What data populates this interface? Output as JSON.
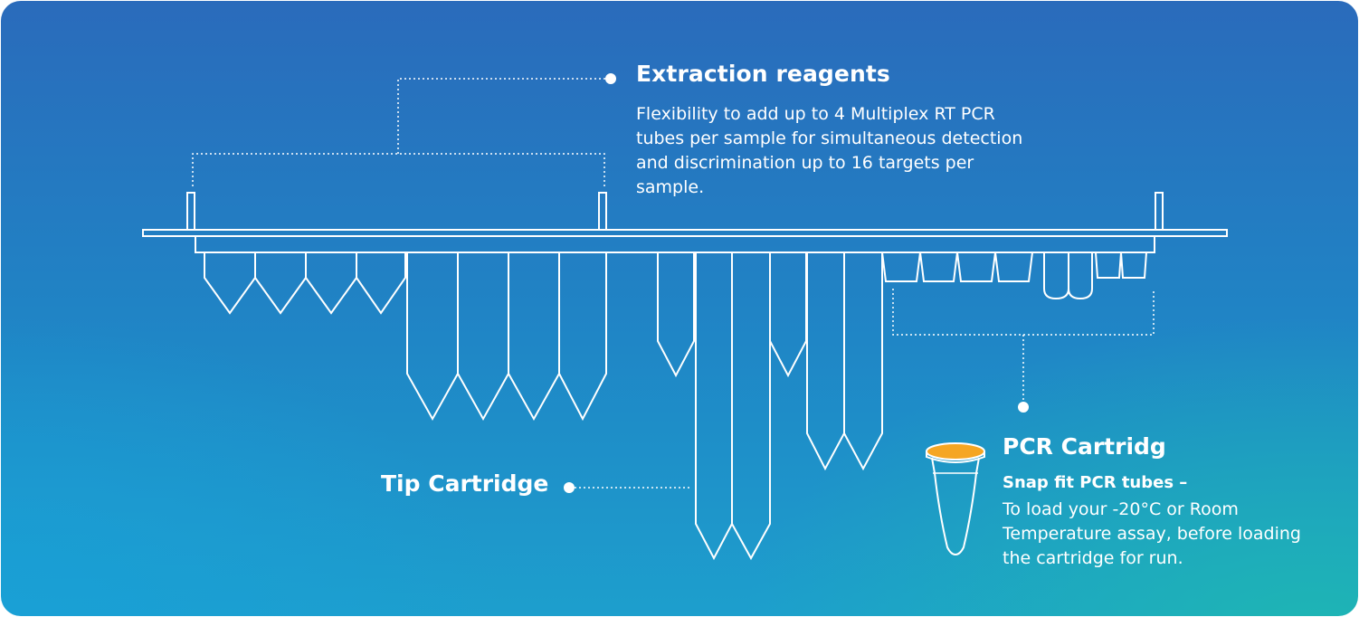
{
  "extraction": {
    "title": "Extraction reagents",
    "description": "Flexibility to add up to 4 Multiplex RT PCR tubes per sample for simultaneous detection and discrimination up to 16 targets per sample."
  },
  "tip_cartridge": {
    "title": "Tip Cartridge"
  },
  "pcr_cartridge": {
    "title": "PCR Cartridg",
    "subtitle": "Snap fit PCR tubes –",
    "description": "To load your -20°C or Room Temperature assay, before loading the cartridge for run."
  },
  "colors": {
    "gradient_top": "#2a6bbb",
    "gradient_bottom_left": "#19a0d7",
    "gradient_bottom_right": "#1eb9af",
    "line": "#ffffff",
    "tube_cap": "#f5a623"
  }
}
